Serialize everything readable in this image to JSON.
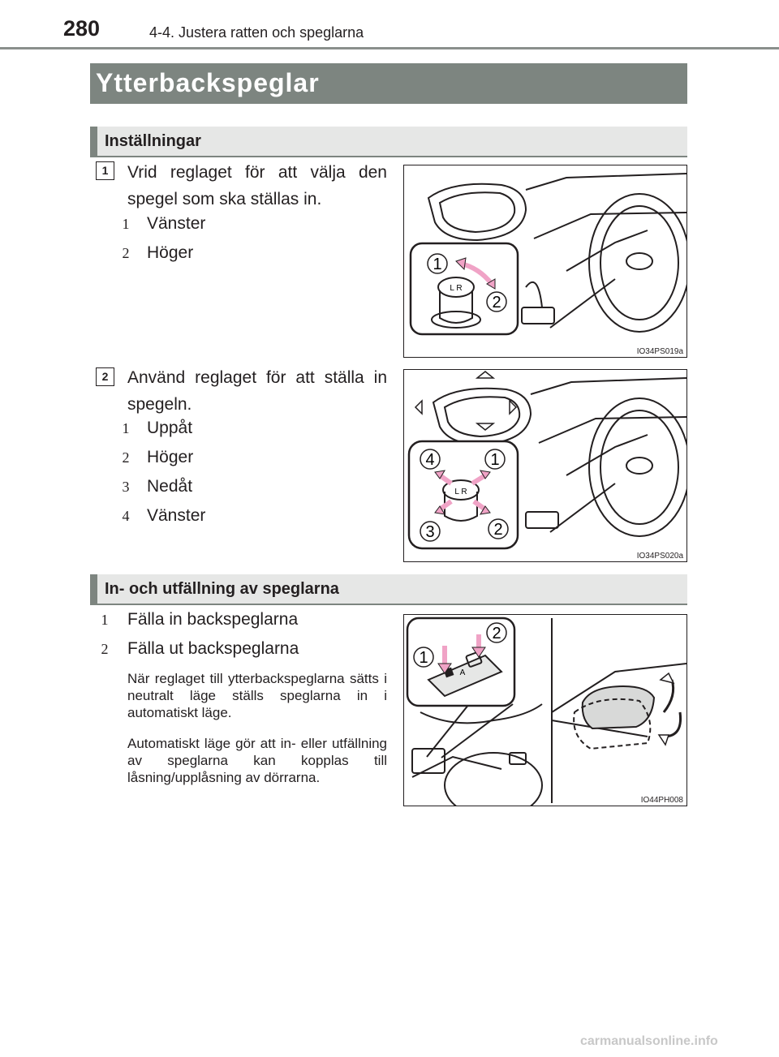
{
  "header": {
    "page_number": "280",
    "chapter": "4-4. Justera ratten och speglarna"
  },
  "title": "Ytterbackspeglar",
  "section1": {
    "heading": "Inställningar",
    "step1": {
      "number": "1",
      "text": "Vrid reglaget för att välja den spegel som ska ställas in.",
      "items": [
        {
          "num": "1",
          "label": "Vänster"
        },
        {
          "num": "2",
          "label": "Höger"
        }
      ],
      "figure_code": "IO34PS019a",
      "callouts": [
        "1",
        "2"
      ],
      "knob_letters": "L R"
    },
    "step2": {
      "number": "2",
      "text": "Använd reglaget för att ställa in spegeln.",
      "items": [
        {
          "num": "1",
          "label": "Uppåt"
        },
        {
          "num": "2",
          "label": "Höger"
        },
        {
          "num": "3",
          "label": "Nedåt"
        },
        {
          "num": "4",
          "label": "Vänster"
        }
      ],
      "figure_code": "IO34PS020a",
      "callouts": [
        "4",
        "1",
        "3",
        "2"
      ],
      "knob_letters": "L R"
    }
  },
  "section2": {
    "heading": "In- och utfällning av speglarna",
    "items": [
      {
        "num": "1",
        "label": "Fälla in backspeglarna"
      },
      {
        "num": "2",
        "label": "Fälla ut backspeglarna"
      }
    ],
    "notes": [
      "När reglaget till ytterbackspeglarna sätts i neutralt läge ställs speglarna in i automatiskt läge.",
      "Automatiskt läge gör att in- eller utfällning av speglarna kan kopplas till låsning/upplåsning av dörrarna."
    ],
    "figure_code": "IO44PH008",
    "callouts": [
      "1",
      "2"
    ],
    "switch_letter": "A"
  },
  "footer": "carmanualsonline.info",
  "colors": {
    "title_bar": "#7d8580",
    "section_bar": "#e6e7e6",
    "arrow_pink": "#f0a3c6",
    "footer_grey": "#c8c8c8"
  }
}
